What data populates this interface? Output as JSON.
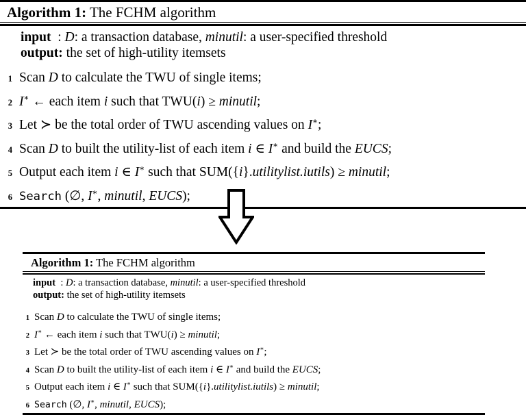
{
  "colors": {
    "background": "#ffffff",
    "ink": "#000000",
    "arrow_fill": "#ffffff",
    "arrow_stroke": "#000000"
  },
  "icons": {
    "between_boxes": "down-arrow-icon"
  },
  "top_box": {
    "caption": [
      [
        "b",
        "Algorithm 1:"
      ],
      [
        "n",
        " The FCHM algorithm"
      ]
    ],
    "input": [
      [
        "b",
        "input"
      ],
      [
        "n",
        "  : "
      ],
      [
        "i",
        "D"
      ],
      [
        "n",
        ": a transaction database, "
      ],
      [
        "i",
        "minutil"
      ],
      [
        "n",
        ": a user-specified threshold"
      ]
    ],
    "output": [
      [
        "b",
        "output:"
      ],
      [
        "n",
        " the set of high-utility itemsets"
      ]
    ],
    "lines": [
      {
        "num": "1",
        "segs": [
          [
            "n",
            "Scan "
          ],
          [
            "i",
            "D"
          ],
          [
            "n",
            " to calculate the TWU of single items;"
          ]
        ]
      },
      {
        "num": "2",
        "segs": [
          [
            "i",
            "I"
          ],
          [
            "sup",
            "∗"
          ],
          [
            "n",
            " ← each item "
          ],
          [
            "i",
            "i"
          ],
          [
            "n",
            " such that TWU("
          ],
          [
            "i",
            "i"
          ],
          [
            "n",
            ") ≥ "
          ],
          [
            "i",
            "minutil"
          ],
          [
            "n",
            ";"
          ]
        ]
      },
      {
        "num": "3",
        "segs": [
          [
            "n",
            "Let ≻ be the total order of TWU ascending values on "
          ],
          [
            "i",
            "I"
          ],
          [
            "sup",
            "∗"
          ],
          [
            "n",
            ";"
          ]
        ]
      },
      {
        "num": "4",
        "segs": [
          [
            "n",
            "Scan "
          ],
          [
            "i",
            "D"
          ],
          [
            "n",
            " to built the utility-list of each item "
          ],
          [
            "i",
            "i"
          ],
          [
            "n",
            " ∈ "
          ],
          [
            "i",
            "I"
          ],
          [
            "sup",
            "∗"
          ],
          [
            "n",
            " and build the "
          ],
          [
            "i",
            "EUCS"
          ],
          [
            "n",
            ";"
          ]
        ]
      },
      {
        "num": "5",
        "segs": [
          [
            "n",
            "Output each item "
          ],
          [
            "i",
            "i"
          ],
          [
            "n",
            " ∈ "
          ],
          [
            "i",
            "I"
          ],
          [
            "sup",
            "∗"
          ],
          [
            "n",
            " such that SUM({"
          ],
          [
            "i",
            "i"
          ],
          [
            "n",
            "}."
          ],
          [
            "i",
            "utilitylist.iutils"
          ],
          [
            "n",
            ") ≥ "
          ],
          [
            "i",
            "minutil"
          ],
          [
            "n",
            ";"
          ]
        ]
      },
      {
        "num": "6",
        "segs": [
          [
            "tt",
            "Search"
          ],
          [
            "n",
            " (∅, "
          ],
          [
            "i",
            "I"
          ],
          [
            "sup",
            "∗"
          ],
          [
            "n",
            ", "
          ],
          [
            "i",
            "minutil"
          ],
          [
            "n",
            ", "
          ],
          [
            "i",
            "EUCS"
          ],
          [
            "n",
            ");"
          ]
        ]
      }
    ]
  },
  "bottom_box": {
    "caption": [
      [
        "b",
        "Algorithm 1:"
      ],
      [
        "n",
        " The FCHM algorithm"
      ]
    ],
    "input": [
      [
        "b",
        "input"
      ],
      [
        "n",
        "  : "
      ],
      [
        "i",
        "D"
      ],
      [
        "n",
        ": a transaction database, "
      ],
      [
        "i",
        "minutil"
      ],
      [
        "n",
        ": a user-specified threshold"
      ]
    ],
    "output": [
      [
        "b",
        "output:"
      ],
      [
        "n",
        " the set of high-utility itemsets"
      ]
    ],
    "lines": [
      {
        "num": "1",
        "segs": [
          [
            "n",
            "Scan "
          ],
          [
            "i",
            "D"
          ],
          [
            "n",
            " to calculate the TWU of single items;"
          ]
        ]
      },
      {
        "num": "2",
        "segs": [
          [
            "i",
            "I"
          ],
          [
            "sup",
            "∗"
          ],
          [
            "n",
            " ← each item "
          ],
          [
            "i",
            "i"
          ],
          [
            "n",
            " such that TWU("
          ],
          [
            "i",
            "i"
          ],
          [
            "n",
            ") ≥ "
          ],
          [
            "i",
            "minutil"
          ],
          [
            "n",
            ";"
          ]
        ]
      },
      {
        "num": "3",
        "segs": [
          [
            "n",
            "Let ≻ be the total order of TWU ascending values on "
          ],
          [
            "i",
            "I"
          ],
          [
            "sup",
            "∗"
          ],
          [
            "n",
            ";"
          ]
        ]
      },
      {
        "num": "4",
        "segs": [
          [
            "n",
            "Scan "
          ],
          [
            "i",
            "D"
          ],
          [
            "n",
            " to built the utility-list of each item "
          ],
          [
            "i",
            "i"
          ],
          [
            "n",
            " ∈ "
          ],
          [
            "i",
            "I"
          ],
          [
            "sup",
            "∗"
          ],
          [
            "n",
            " and build the "
          ],
          [
            "i",
            "EUCS"
          ],
          [
            "n",
            ";"
          ]
        ]
      },
      {
        "num": "5",
        "segs": [
          [
            "n",
            "Output each item "
          ],
          [
            "i",
            "i"
          ],
          [
            "n",
            " ∈ "
          ],
          [
            "i",
            "I"
          ],
          [
            "sup",
            "∗"
          ],
          [
            "n",
            " such that SUM({"
          ],
          [
            "i",
            "i"
          ],
          [
            "n",
            "}."
          ],
          [
            "i",
            "utilitylist.iutils"
          ],
          [
            "n",
            ") ≥ "
          ],
          [
            "i",
            "minutil"
          ],
          [
            "n",
            ";"
          ]
        ]
      },
      {
        "num": "6",
        "segs": [
          [
            "tt",
            "Search"
          ],
          [
            "n",
            " (∅, "
          ],
          [
            "i",
            "I"
          ],
          [
            "sup",
            "∗"
          ],
          [
            "n",
            ", "
          ],
          [
            "i",
            "minutil"
          ],
          [
            "n",
            ", "
          ],
          [
            "i",
            "EUCS"
          ],
          [
            "n",
            ");"
          ]
        ]
      }
    ]
  }
}
